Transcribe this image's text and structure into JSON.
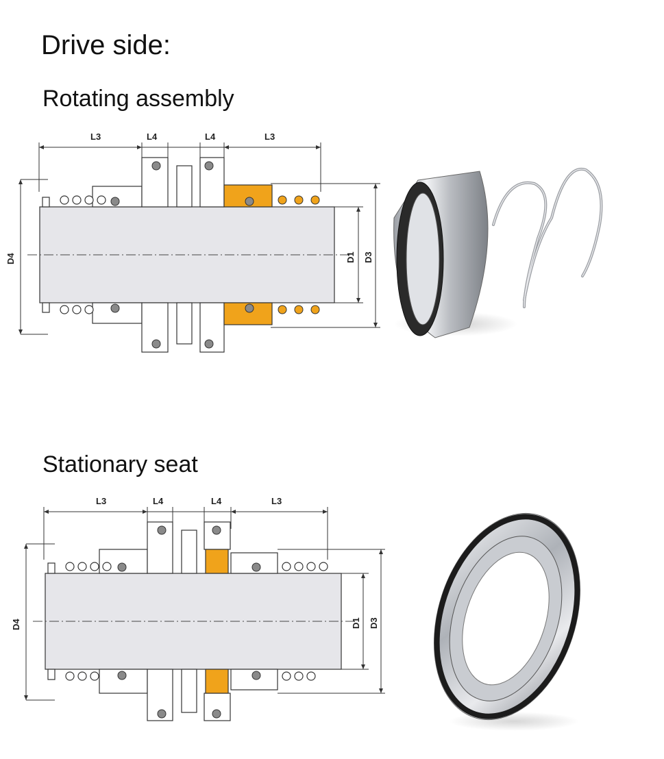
{
  "title": "Drive side:",
  "sections": [
    {
      "heading": "Rotating assembly",
      "dims": {
        "l3_left": "L3",
        "l4_left": "L4",
        "l4_right": "L4",
        "l3_right": "L3",
        "d4": "D4",
        "d1": "D1",
        "d3": "D3"
      }
    },
    {
      "heading": "Stationary seat",
      "dims": {
        "l3_left": "L3",
        "l4_left": "L4",
        "l4_right": "L4",
        "l3_right": "L3",
        "d4": "D4",
        "d1": "D1",
        "d3": "D3"
      }
    }
  ],
  "colors": {
    "highlight": "#f0a31b",
    "line": "#333333",
    "shaft": "#e6e6ea",
    "oring": "#8a8a8a"
  },
  "icons": [
    "seal-rotating-photo",
    "spring-photo",
    "stationary-seat-photo"
  ]
}
